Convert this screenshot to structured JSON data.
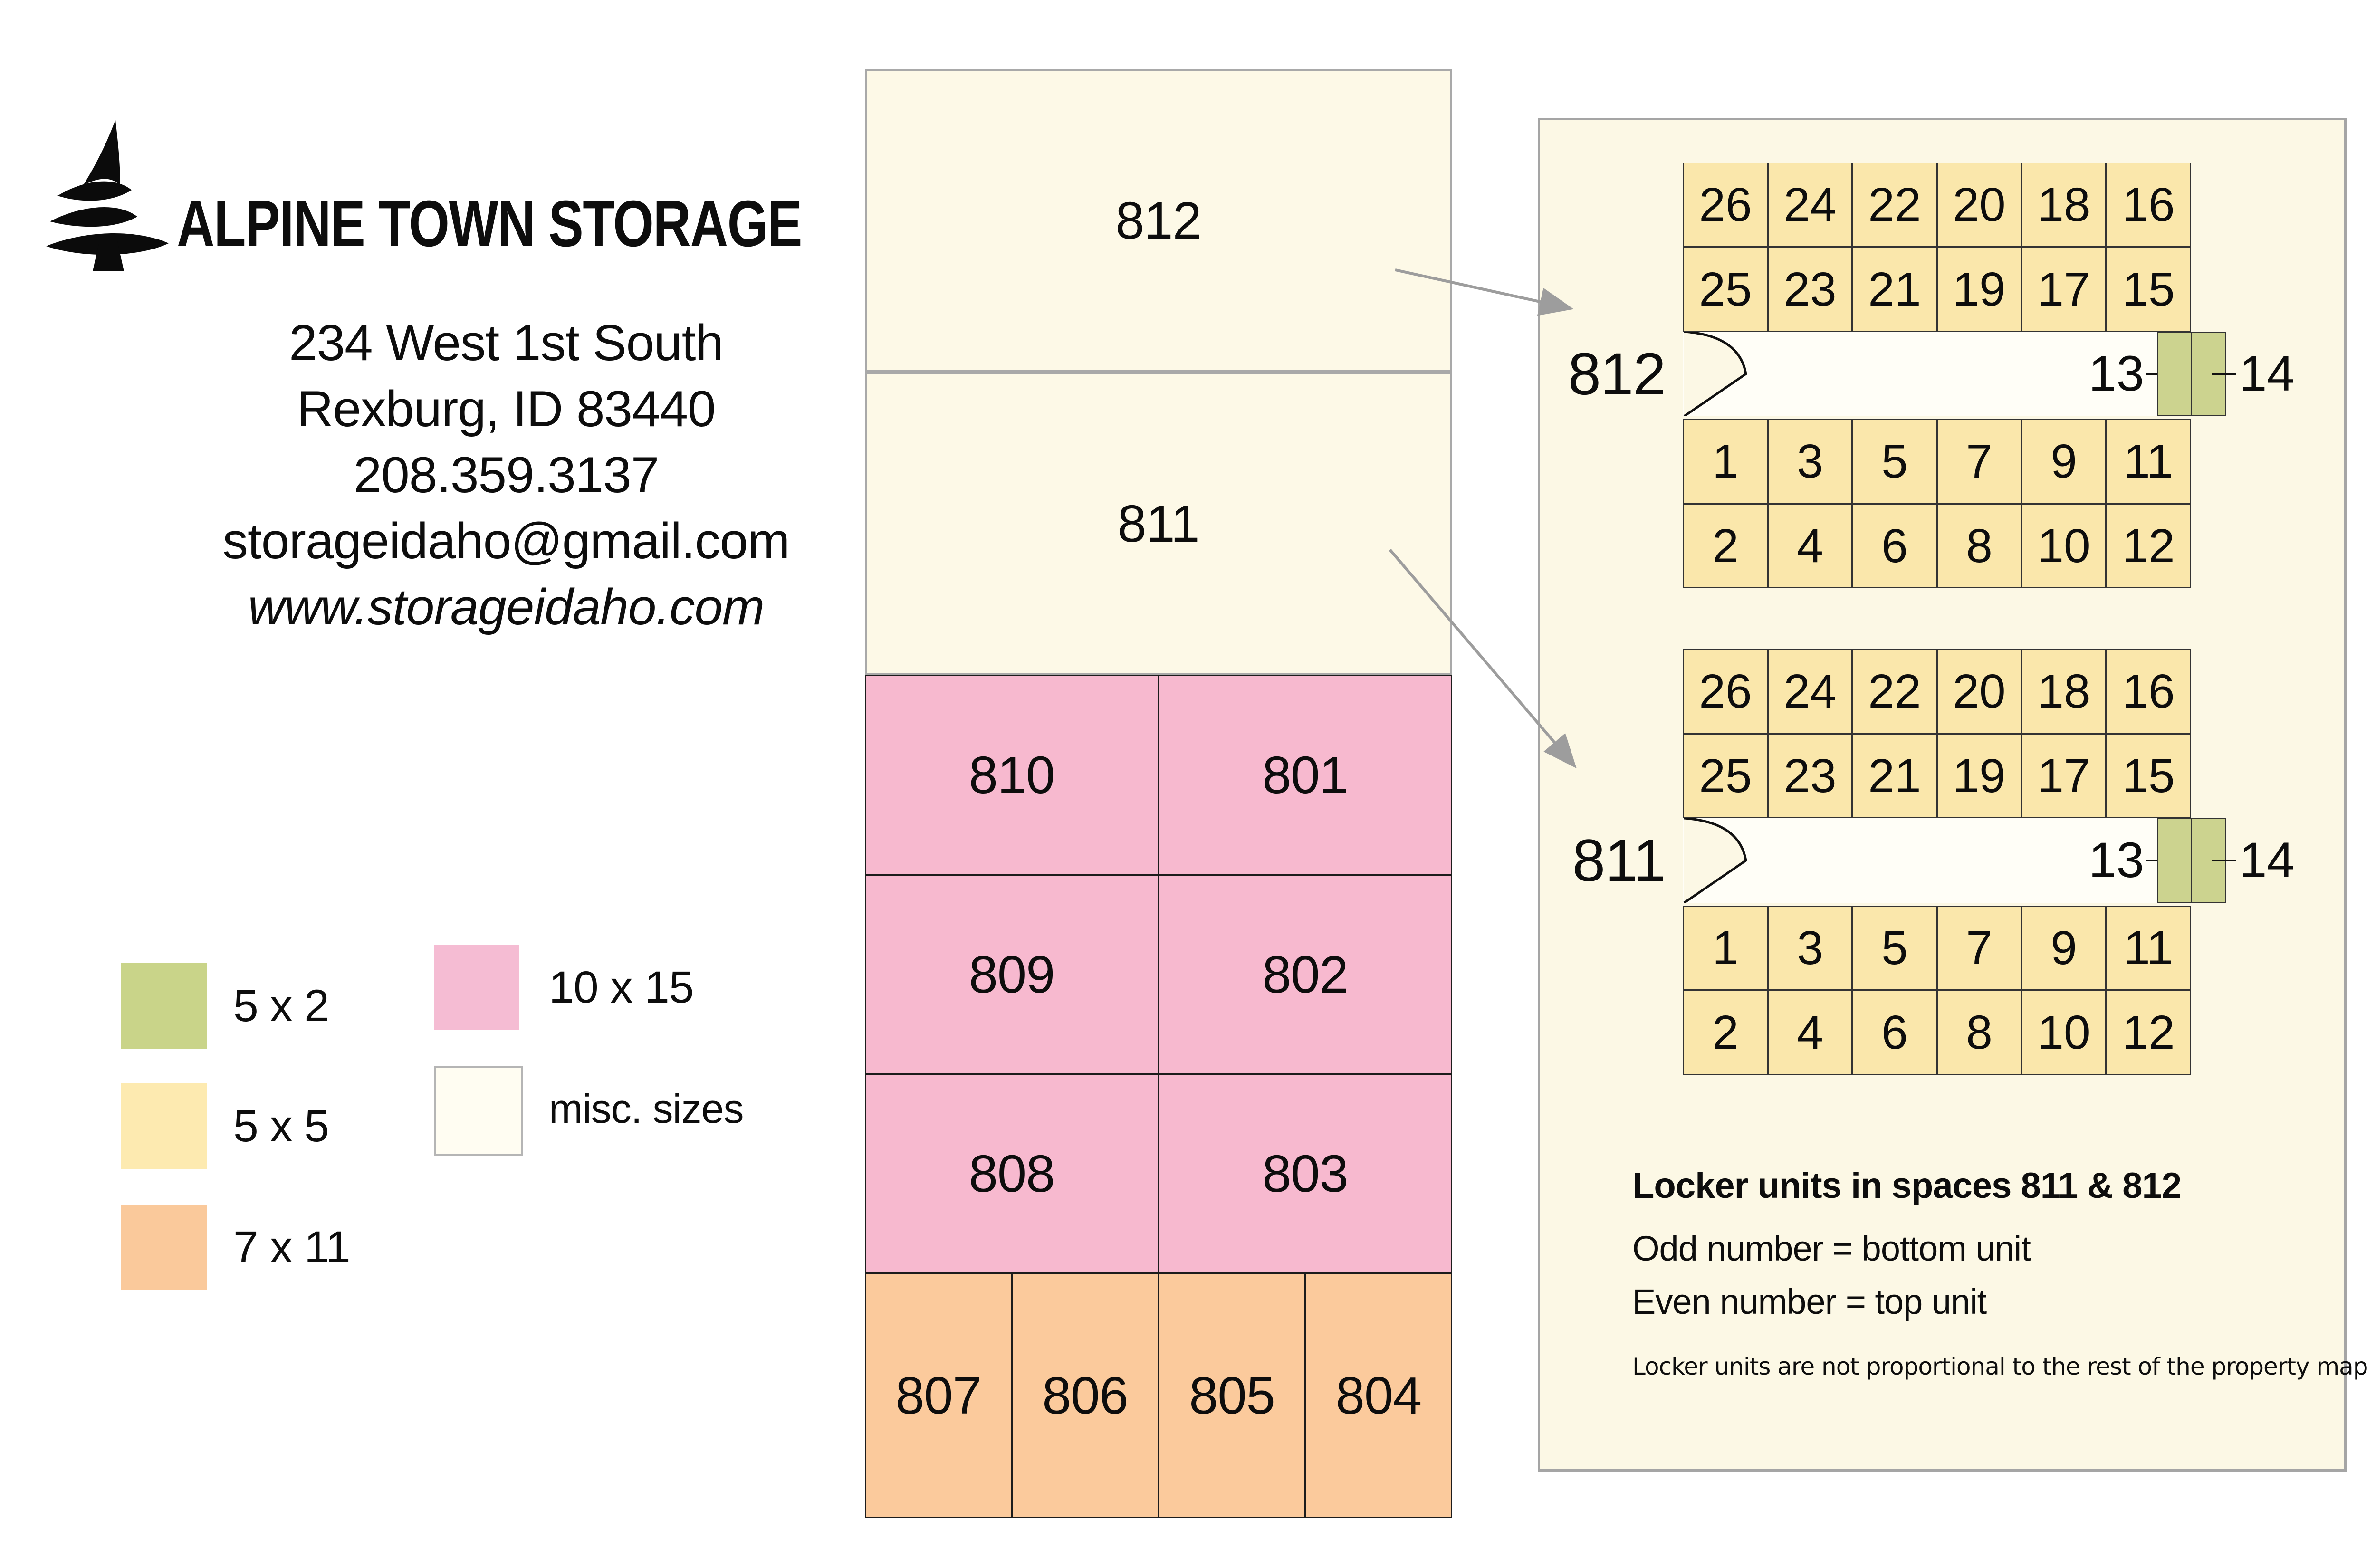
{
  "brand": {
    "name": "ALPINE TOWN STORAGE",
    "address_lines": [
      "234 West 1st South",
      "Rexburg, ID 83440",
      "208.359.3137",
      "storageidaho@gmail.com",
      "www.storageidaho.com"
    ]
  },
  "legend": {
    "items": [
      {
        "label": "5 x 2",
        "color": "#c9d489"
      },
      {
        "label": "5 x 5",
        "color": "#fdeab0"
      },
      {
        "label": "7 x 11",
        "color": "#fac99b"
      },
      {
        "label": "10 x 15",
        "color": "#f5bcd3"
      },
      {
        "label": "misc. sizes",
        "color": "#fffdf2"
      }
    ]
  },
  "map": {
    "misc_units": [
      "812",
      "811"
    ],
    "pink_units": [
      "810",
      "801",
      "809",
      "802",
      "808",
      "803"
    ],
    "orange_units": [
      "807",
      "806",
      "805",
      "804"
    ]
  },
  "locker": {
    "row_a": [
      "26",
      "24",
      "22",
      "20",
      "18",
      "16"
    ],
    "row_b": [
      "25",
      "23",
      "21",
      "19",
      "17",
      "15"
    ],
    "row_c": [
      "1",
      "3",
      "5",
      "7",
      "9",
      "11"
    ],
    "row_d": [
      "2",
      "4",
      "6",
      "8",
      "10",
      "12"
    ],
    "space_top_label": "812",
    "space_bottom_label": "811",
    "locker_13": "13",
    "locker_14": "14",
    "heading": "Locker units in spaces 811 & 812",
    "rule_odd": "Odd number = bottom unit",
    "rule_even": "Even number = top unit",
    "note": "Locker units are not proportional to the rest of the property map"
  },
  "colors": {
    "misc_fill": "#fdf9e7",
    "pink_fill": "#f7b9cf",
    "orange_fill": "#fbca9c",
    "locker_yellow": "#fae7ab",
    "locker_green": "#ccd38f",
    "panel_fill": "#fcf8e5",
    "corridor_fill": "#fffef7",
    "arrow_gray": "#9d9d9d",
    "map_gray_border": "#a9a9a9"
  }
}
